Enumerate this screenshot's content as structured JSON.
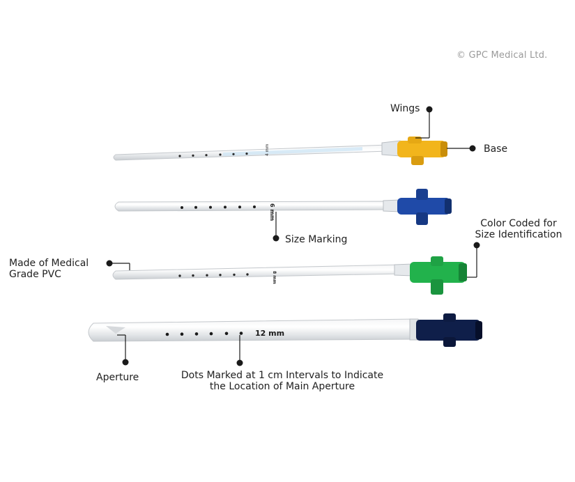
{
  "copyright": "© GPC Medical Ltd.",
  "labels": {
    "wings": "Wings",
    "base": "Base",
    "size_marking": "Size Marking",
    "color_coded_line1": "Color Coded for",
    "color_coded_line2": "Size Identification",
    "pvc_line1": "Made of Medical",
    "pvc_line2": "Grade PVC",
    "aperture": "Aperture",
    "dots_line1": "Dots Marked at 1 cm Intervals to Indicate",
    "dots_line2": "the Location of Main Aperture"
  },
  "catheters": [
    {
      "size_text": "4 mm",
      "hub_color": "#f2b51c",
      "hub_dark": "#c98e0a"
    },
    {
      "size_text": "6 mm",
      "hub_color": "#1f4aa8",
      "hub_dark": "#12306f"
    },
    {
      "size_text": "8 mm",
      "hub_color": "#22b24c",
      "hub_dark": "#168436"
    },
    {
      "size_text": "12 mm",
      "hub_color": "#0f1f4a",
      "hub_dark": "#060f2a"
    }
  ]
}
